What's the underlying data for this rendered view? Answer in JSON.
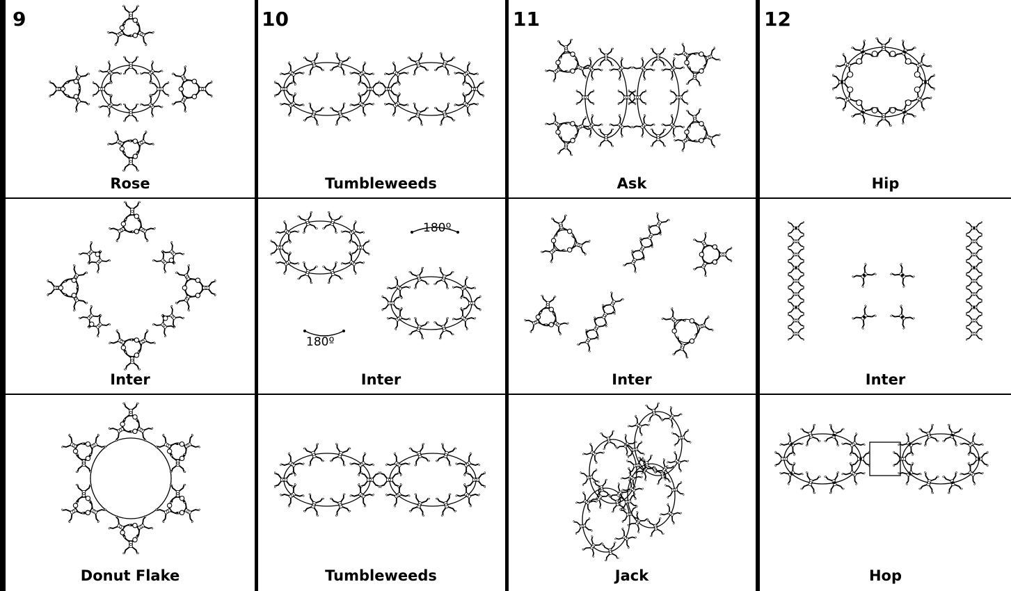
{
  "columns": [
    {
      "number": "9",
      "cells": [
        {
          "label": "Rose",
          "type": "rose"
        },
        {
          "label": "Inter",
          "type": "rose_inter"
        },
        {
          "label": "Donut Flake",
          "type": "donut"
        }
      ]
    },
    {
      "number": "10",
      "cells": [
        {
          "label": "Tumbleweeds",
          "type": "tumble"
        },
        {
          "label": "Inter",
          "type": "tumble_inter"
        },
        {
          "label": "Tumbleweeds",
          "type": "tumble2"
        }
      ]
    },
    {
      "number": "11",
      "cells": [
        {
          "label": "Ask",
          "type": "ask"
        },
        {
          "label": "Inter",
          "type": "ask_inter"
        },
        {
          "label": "Jack",
          "type": "jack"
        }
      ]
    },
    {
      "number": "12",
      "cells": [
        {
          "label": "Hip",
          "type": "hip"
        },
        {
          "label": "Inter",
          "type": "hip_inter"
        },
        {
          "label": "Hop",
          "type": "hop"
        }
      ]
    }
  ],
  "annotations": {
    "rotation_top": "180º",
    "rotation_bottom": "180º"
  }
}
